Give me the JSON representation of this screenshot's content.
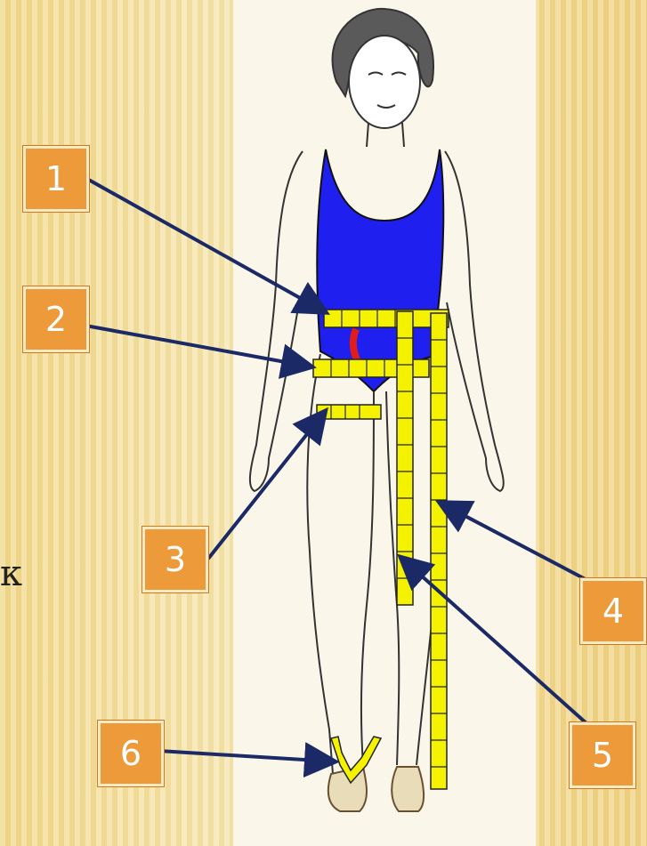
{
  "callouts": [
    {
      "label": "1"
    },
    {
      "label": "2"
    },
    {
      "label": "3"
    },
    {
      "label": "4"
    },
    {
      "label": "5"
    },
    {
      "label": "6"
    }
  ],
  "edge_text": "к",
  "colors": {
    "callout_fill": "#ec9a3a",
    "arrow": "#1b2a66",
    "swimsuit": "#1f1ff0",
    "tape": "#f5f200",
    "panel": "#fbf6ea"
  },
  "icons": [
    "woman-figure-illustration",
    "measuring-tape-icon",
    "arrow-icon"
  ]
}
